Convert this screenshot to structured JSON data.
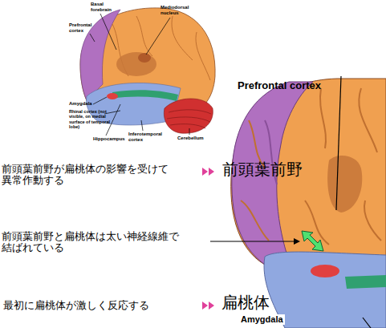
{
  "diagram": {
    "labels": [
      "Basal forebrain",
      "Mediodorsal nucleus",
      "Prefrontal cortex",
      "Amygdala",
      "Rhinal cortex (not visible, on medial surface of temporal lobe)",
      "Hippocampus",
      "Inferotemporal cortex",
      "Cerebellum",
      "Prefrontal cortex",
      "前頭葉前野が扁桃体の影響を受けて 異常作動する",
      "前頭葉前野",
      "前頭葉前野と扁桃体は太い神経線維で 結ばれている",
      "最初に扁桃体が激しく反応する",
      "扁桃体",
      "Amygdala"
    ]
  }
}
